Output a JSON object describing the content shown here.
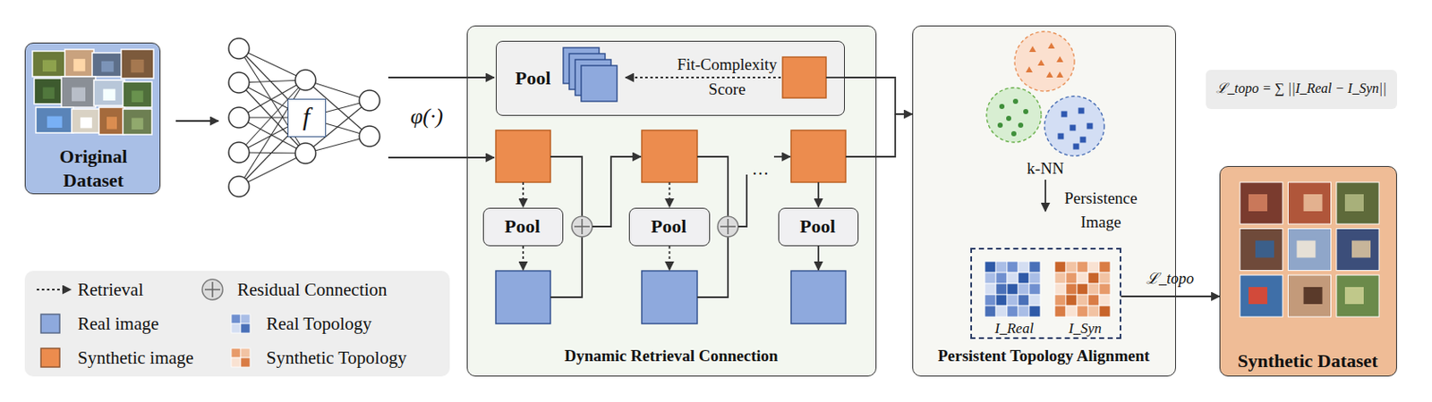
{
  "diagram": {
    "nodes": [
      {
        "text": [
          "Original Dataset"
        ]
      },
      {
        "text": [
          "f"
        ]
      },
      {
        "text": [
          "Dynamic Retrieval Connection"
        ]
      },
      {
        "text": [
          "Pool"
        ],
        "in": 2
      },
      {
        "text": [
          "Pool"
        ],
        "in": 2
      },
      {
        "text": [
          "Pool"
        ],
        "in": 2
      },
      {
        "text": [
          "Pool"
        ],
        "in": 2
      },
      {
        "text": [
          "Persistent Topology Alignment"
        ]
      },
      {
        "text": [
          "I_Real",
          "I_Syn"
        ],
        "in": 7
      },
      {
        "text": [
          "ℒ_topo = ∑ ||I_Real − I_Syn||"
        ]
      },
      {
        "text": [
          "Synthetic Dataset"
        ]
      }
    ],
    "edges": [
      {
        "from": 3,
        "to": 7,
        "arrow": "to"
      },
      {
        "from": 8,
        "to": 10,
        "label": "ℒ_topo",
        "arrow": "to"
      }
    ],
    "labels": [
      "φ(·)",
      "Fit-Complexity Score",
      "…",
      "k-NN",
      "Persistence Image"
    ],
    "legend": [
      {
        "text": "Retrieval"
      },
      {
        "text": "Residual Connection"
      },
      {
        "text": "Real image",
        "color": "#8ea9dd"
      },
      {
        "text": "Real Topology"
      },
      {
        "text": "Synthetic image",
        "color": "#ec8c4e"
      },
      {
        "text": "Synthetic Topology"
      }
    ]
  }
}
